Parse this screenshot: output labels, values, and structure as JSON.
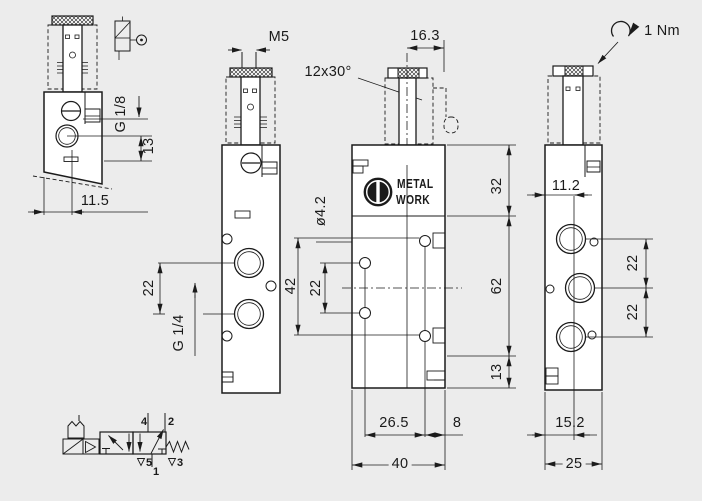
{
  "page": {
    "background": "#ececec",
    "line_color": "#1b1b1b"
  },
  "views": {
    "left_section": {
      "thread_g18": "G 1/8",
      "height_13": "13",
      "depth_11_5": "11.5"
    },
    "front": {
      "thread_m5": "M5",
      "spacing_22": "22",
      "thread_g14": "G 1/4"
    },
    "side": {
      "cap_16_3": "16.3",
      "chamfer_note": "12x30°",
      "hole_dia": "ø4.2",
      "span_42": "42",
      "spacing_22": "22",
      "height_32": "32",
      "height_62": "62",
      "height_13": "13",
      "offset_26_5": "26.5",
      "offset_8": "8",
      "width_40": "40"
    },
    "rear": {
      "torque_note": "1 Nm",
      "offset_11_2": "11.2",
      "spacing_22_top": "22",
      "spacing_22_bottom": "22",
      "offset_15_2": "15.2",
      "width_25": "25"
    }
  },
  "logo": {
    "line1": "METAL",
    "line2": "WORK"
  },
  "schematic": {
    "port4": "4",
    "port2": "2",
    "port5": "5",
    "port1": "1",
    "port3": "3"
  }
}
